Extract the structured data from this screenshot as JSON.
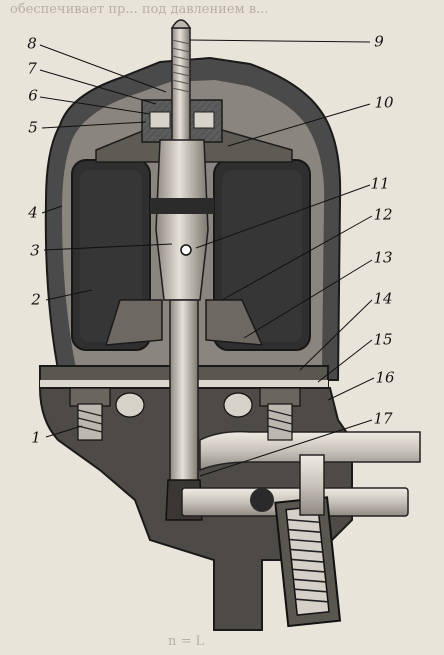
{
  "figure": {
    "callouts": [
      "1",
      "2",
      "3",
      "4",
      "5",
      "6",
      "7",
      "8",
      "9",
      "10",
      "11",
      "12",
      "13",
      "14",
      "15",
      "16",
      "17"
    ]
  },
  "background_text": {
    "top_line": "обеспечивает пр... под давлением в...",
    "formula": "n = L"
  },
  "colors": {
    "paper": "#e9e4da",
    "housing": "#4a4a4a",
    "element": "#2f2f2f",
    "metal_light": "#cfcac2",
    "ink": "#111111"
  }
}
